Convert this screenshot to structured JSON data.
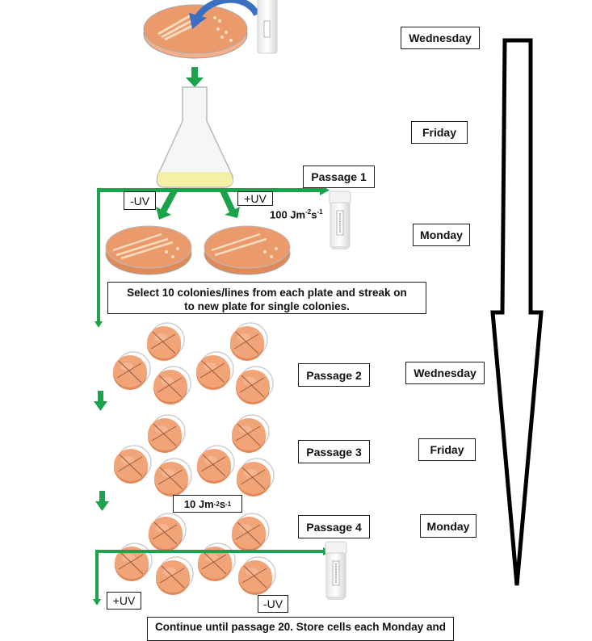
{
  "timeline": {
    "days": [
      {
        "id": "wed-1",
        "label": "Wednesday"
      },
      {
        "id": "fri-1",
        "label": "Friday"
      },
      {
        "id": "mon-1",
        "label": "Monday"
      },
      {
        "id": "wed-2",
        "label": "Wednesday"
      },
      {
        "id": "fri-2",
        "label": "Friday"
      },
      {
        "id": "mon-2",
        "label": "Monday"
      }
    ]
  },
  "passages": [
    {
      "label": "Passage 1"
    },
    {
      "label": "Passage 2"
    },
    {
      "label": "Passage 3"
    },
    {
      "label": "Passage 4"
    }
  ],
  "treatments": {
    "minus_uv": "-UV",
    "plus_uv": "+UV",
    "dose_high": {
      "value": "100 Jm",
      "exp1": "-2",
      "unit2": "s",
      "exp2": "-1"
    },
    "dose_low": {
      "value": "10 Jm",
      "exp1": "-2",
      "unit2": "s",
      "exp2": "-1"
    },
    "bottom_plus_uv": "+UV",
    "bottom_minus_uv": "-UV"
  },
  "notes": {
    "select_line1": "Select 10 colonies/lines from each plate and streak on",
    "select_line2": "to new plate for single colonies.",
    "continue_text": "Continue until passage 20. Store cells each Monday and"
  },
  "colors": {
    "arrow_green": "#1aa34a",
    "agar": "#e8956a",
    "agar_dark": "#d97c52",
    "colony": "#f6d7b5",
    "broth": "#f4f0a8",
    "curved_arrow": "#3a6fc2",
    "timeline_stroke": "#000000"
  },
  "icons": [
    "petri-dish-icon",
    "flask-icon",
    "cryo-vial-icon",
    "curved-arrow-icon",
    "down-arrow-icon",
    "timeline-arrow-icon",
    "streak-plate-icon"
  ]
}
